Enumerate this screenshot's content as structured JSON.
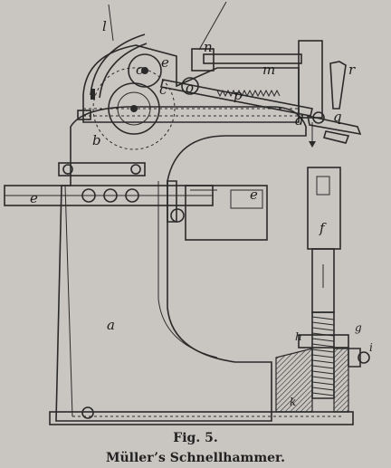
{
  "labels": {
    "l": "l",
    "n": "n",
    "m": "m",
    "r": "r",
    "e_upper": "e",
    "c_upper": "c",
    "c_lower": "c",
    "o": "o",
    "p": "p",
    "b": "b",
    "d": "d",
    "q": "q",
    "e_left": "e",
    "e_right": "e",
    "f": "f",
    "a": "a",
    "h": "h",
    "g": "g",
    "i": "i",
    "k": "k"
  },
  "caption": {
    "figure_number": "Fig. 5.",
    "title": "Müller’s Schnellhammer."
  }
}
